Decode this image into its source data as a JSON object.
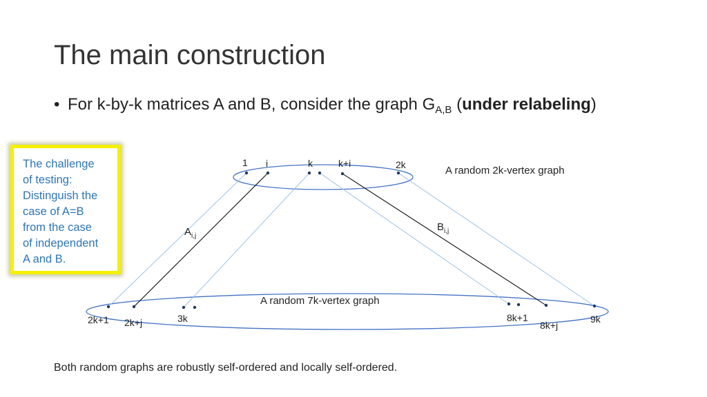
{
  "title": "The main construction",
  "bullet": {
    "prefix": "For k-by-k matrices A and B, consider the graph G",
    "subscript": "A,B",
    "open_paren": " (",
    "bold": "under relabeling",
    "close_paren": ")"
  },
  "callout_lines": [
    "The challenge",
    "of testing:",
    "Distinguish the",
    "case of A=B",
    "from the case",
    "of independent",
    "A and B."
  ],
  "top_graph_label": "A random 2k-vertex graph",
  "bottom_graph_label": "A random 7k-vertex graph",
  "top_vertices": {
    "v1": "1",
    "vi": "i",
    "vk": "k",
    "vki": "k+i",
    "v2k": "2k"
  },
  "bottom_vertices": {
    "v2k1": "2k+1",
    "v2kj": "2k+j",
    "v3k": "3k",
    "v8k1": "8k+1",
    "v8kj": "8k+j",
    "v9k": "9k"
  },
  "edge_a": {
    "main": "A",
    "sub": "i,j"
  },
  "edge_b": {
    "main": "B",
    "sub": "i,j"
  },
  "footer": "Both random graphs are robustly self-ordered and locally self-ordered.",
  "colors": {
    "ellipse": "#4472c4",
    "guide_line": "#9dc3e6",
    "edge": "#000000",
    "callout_border": "#f4f000",
    "callout_text": "#2e75b6"
  }
}
